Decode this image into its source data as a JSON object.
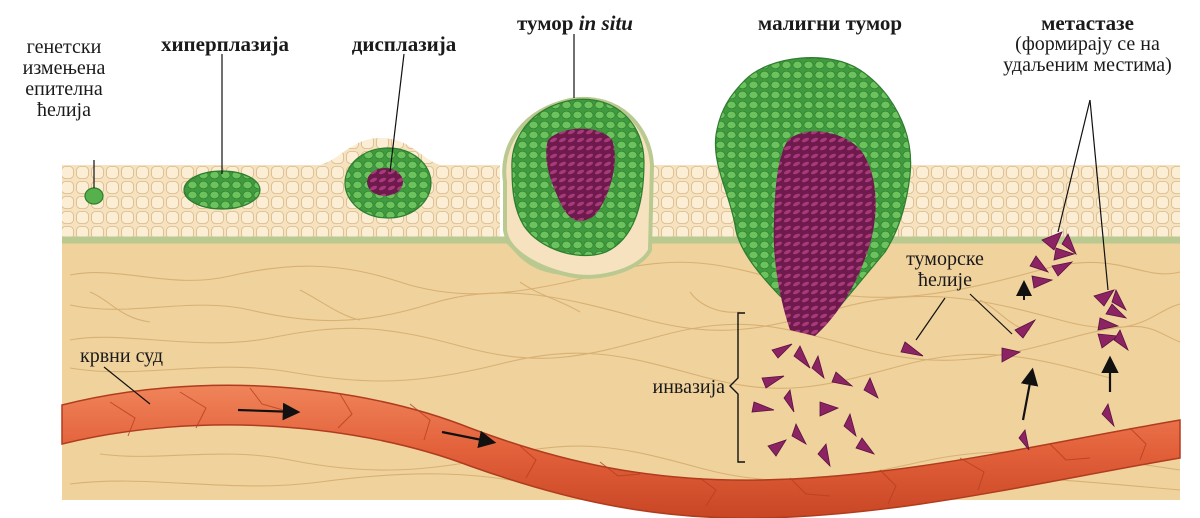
{
  "labels": {
    "genetic_cell": [
      "генетски",
      "измењена",
      "епителна",
      "ћелија"
    ],
    "hyperplasia": "хиперплазија",
    "dysplasia": "дисплазија",
    "in_situ_prefix": "тумор ",
    "in_situ_italic": "in situ",
    "malignant": "малигни тумор",
    "metastases_title": "метастазе",
    "metastases_note": [
      "(формирају се на",
      "удаљеним местима)"
    ],
    "tumor_cells": [
      "туморске",
      "ћелије"
    ],
    "blood_vessel": "крвни суд",
    "invasion": "инвазија"
  },
  "colors": {
    "background": "#ffffff",
    "connective_tissue": "#f0d29d",
    "epithelium": "#f6e2bf",
    "basement_membrane": "#b9c98f",
    "normal_green": "#56b04c",
    "tumor_purple": "#8c2463",
    "vessel_red": "#e2603a",
    "text": "#1a1a1a"
  }
}
